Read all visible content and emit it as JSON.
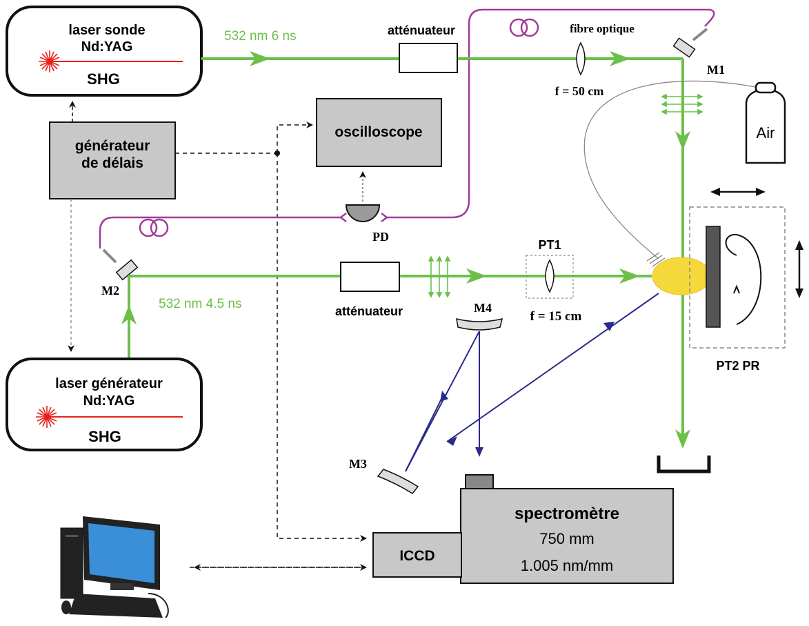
{
  "colors": {
    "green_beam": "#6cc04a",
    "fiber": "#a33a97",
    "blue_beam": "#2a2a8c",
    "box_fill": "#c8c8c8",
    "plasma": "#f5d93a",
    "laser_star": "#e8201a"
  },
  "probe_laser": {
    "title": "laser sonde",
    "type": "Nd:YAG",
    "shg": "SHG"
  },
  "pump_laser": {
    "title": "laser générateur",
    "type": "Nd:YAG",
    "shg": "SHG"
  },
  "beams": {
    "probe": "532 nm  6 ns",
    "pump": "532 nm  4.5 ns"
  },
  "components": {
    "attenuator_top": "atténuateur",
    "attenuator_bottom": "atténuateur",
    "fiber": "fibre optique",
    "lens_top_focal": "f = 50 cm",
    "lens_bottom_focal": "f = 15 cm",
    "pt1": "PT1",
    "pt2pr": "PT2 PR",
    "air": "Air",
    "pd": "PD",
    "m1": "M1",
    "m2": "M2",
    "m3": "M3",
    "m4": "M4"
  },
  "delay_generator": {
    "line1": "générateur",
    "line2": "de délais"
  },
  "oscilloscope": "oscilloscope",
  "spectrometer": {
    "title": "spectromètre",
    "focal": "750 mm",
    "dispersion": "1.005 nm/mm"
  },
  "iccd": "ICCD",
  "icons": [
    "laser-star-icon",
    "computer-icon",
    "gas-cylinder-icon",
    "photodiode-icon",
    "beam-dump-icon",
    "fiber-coil-icon"
  ]
}
